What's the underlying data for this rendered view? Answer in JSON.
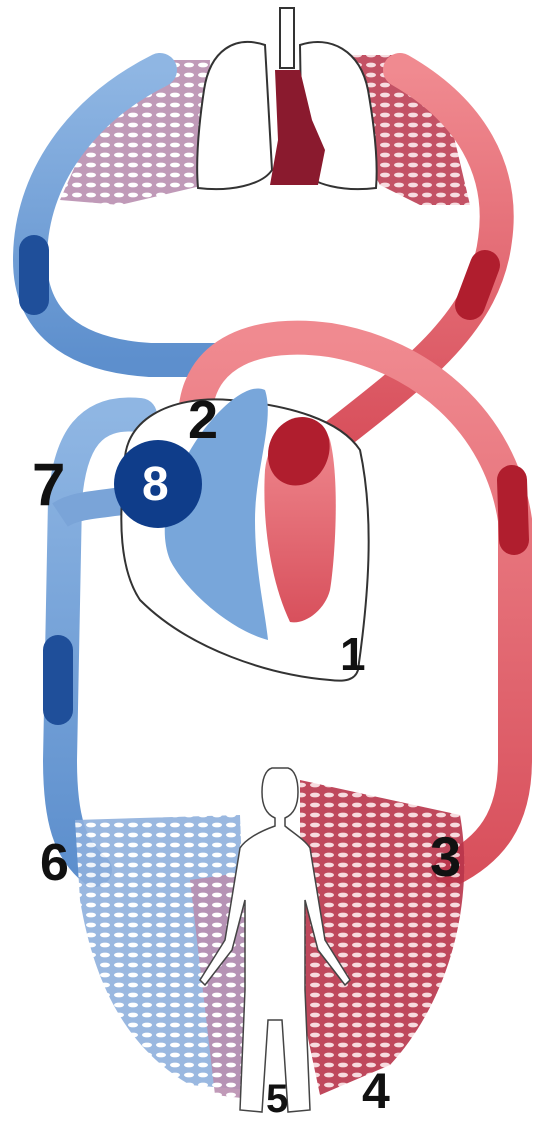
{
  "diagram": {
    "labels": [
      {
        "id": "1",
        "text": "1"
      },
      {
        "id": "2",
        "text": "2"
      },
      {
        "id": "3",
        "text": "3"
      },
      {
        "id": "4",
        "text": "4"
      },
      {
        "id": "5",
        "text": "5"
      },
      {
        "id": "6",
        "text": "6"
      },
      {
        "id": "7",
        "text": "7"
      },
      {
        "id": "8",
        "text": "8"
      }
    ],
    "colors": {
      "oxygenated": "#e8707a",
      "oxygenated_dark": "#b01e2e",
      "deoxygenated": "#6f9fd6",
      "deoxygenated_dark": "#1f4f9a",
      "atrium_dark": "#0f3d8a",
      "outline": "#333333"
    }
  }
}
